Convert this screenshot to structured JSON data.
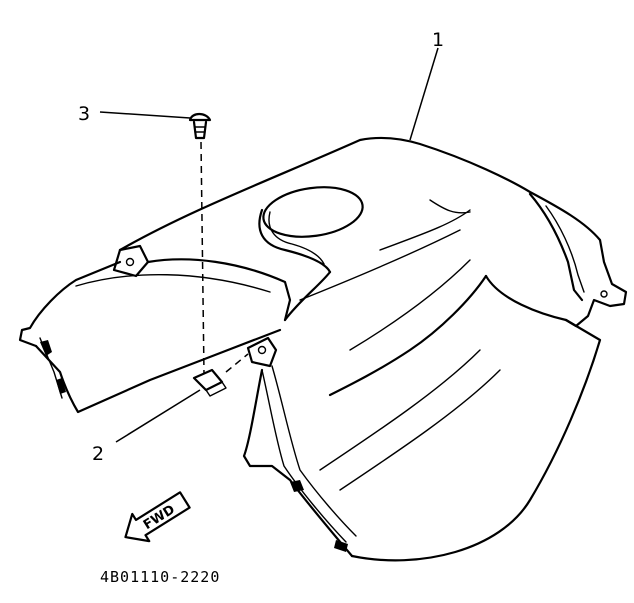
{
  "callouts": {
    "part1": "1",
    "part2": "2",
    "part3": "3"
  },
  "direction_label": "FWD",
  "part_number": "4B01110-2220"
}
